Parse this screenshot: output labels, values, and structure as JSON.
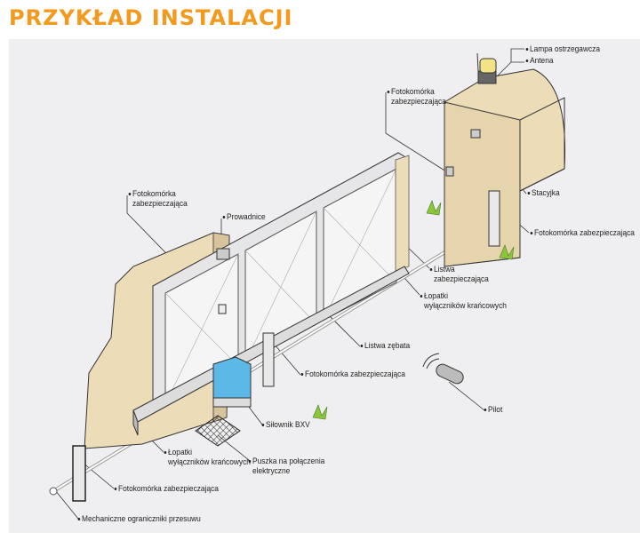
{
  "title": "PRZYKŁAD INSTALACJI",
  "colors": {
    "title": "#f39a1e",
    "panel": "#efeff1",
    "wall": "#ecdcb8",
    "motor": "#5cb8e6",
    "grass": "#8cc63f"
  },
  "labels": {
    "lamp": "Lampa ostrzegawcza",
    "antenna": "Antena",
    "photocell_pillar": [
      "Fotokomórka",
      "zabezpieczająca"
    ],
    "key_switch": "Stacyjka",
    "photocell_right_post": "Fotokomórka zabezpieczająca",
    "photocell_left": [
      "Fotokomórka",
      "zabezpieczająca"
    ],
    "guides": "Prowadnice",
    "safety_edge": [
      "Listwa",
      "zabezpieczająca"
    ],
    "limit_switch_right": [
      "Łopatki",
      "wyłączników krańcowych"
    ],
    "gear_rack": "Listwa zębata",
    "photocell_middle_post": "Fotokomórka zabezpieczająca",
    "remote": "Pilot",
    "motor": "Siłownik BXV",
    "limit_switch_left": [
      "Łopatki",
      "wyłączników krańcowych"
    ],
    "junction_box": [
      "Puszka na połączenia",
      "elektryczne"
    ],
    "photocell_bottom_post": "Fotokomórka zabezpieczająca",
    "mechanical_stops": "Mechaniczne ograniczniki przesuwu"
  }
}
